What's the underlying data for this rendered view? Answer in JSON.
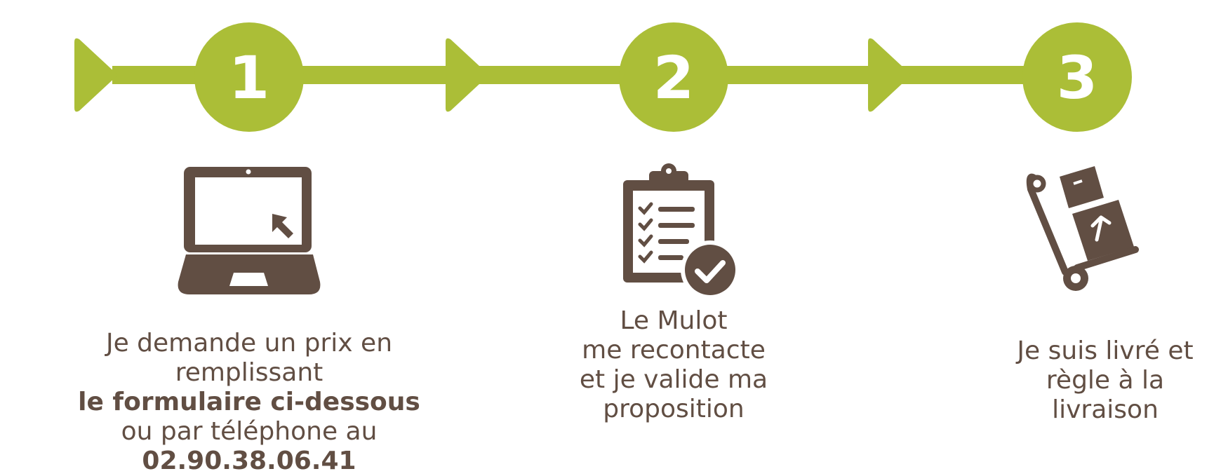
{
  "colors": {
    "accent": "#abbe37",
    "icon": "#614e43",
    "text": "#614e43"
  },
  "steps": [
    {
      "number": "1",
      "icon": "laptop-icon",
      "line1": "Je demande un prix en remplissant",
      "line2": "le formulaire ci-dessous",
      "line3_prefix": "ou par téléphone au ",
      "line3_phone": "02.90.38.06.41"
    },
    {
      "number": "2",
      "icon": "clipboard-check-icon",
      "line1": "Le Mulot",
      "line2": "me recontacte",
      "line3": "et je valide ma",
      "line4": "proposition"
    },
    {
      "number": "3",
      "icon": "hand-truck-icon",
      "line1": "Je suis livré et",
      "line2": "règle à la livraison"
    }
  ]
}
